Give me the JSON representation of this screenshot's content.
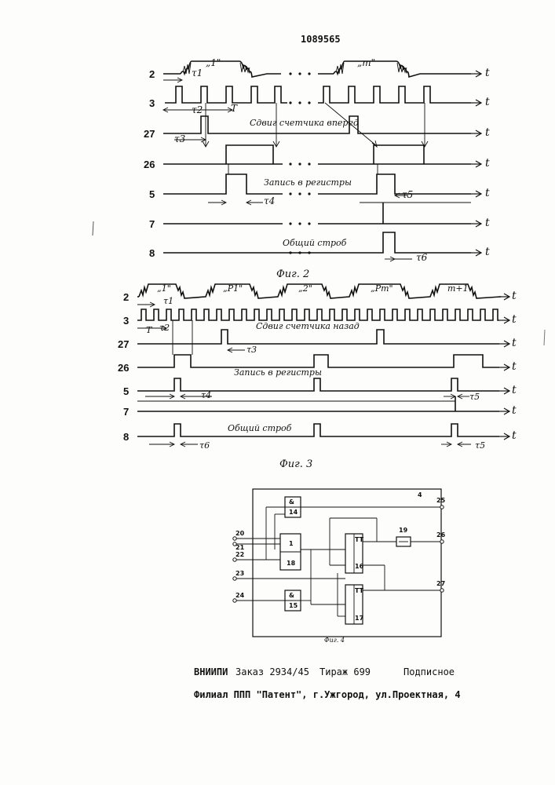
{
  "header": {
    "patent_number": "1089565"
  },
  "fig2": {
    "caption": "Фиг. 2",
    "rows": [
      "2",
      "3",
      "27",
      "26",
      "5",
      "7",
      "8"
    ],
    "t_label": "t",
    "packet_labels": [
      "„1\"",
      "„m\""
    ],
    "annotations": {
      "shift_forward": "Сдвиг счетчика вперед",
      "write_regs": "Запись в регистры",
      "common_strobe": "Общий строб"
    },
    "taus": {
      "t1": "τ1",
      "t2": "τ2",
      "T": "T",
      "t3": "τ3",
      "t4": "τ4",
      "t5": "τ5",
      "t6": "τ6"
    }
  },
  "fig3": {
    "caption": "Фиг. 3",
    "rows": [
      "2",
      "3",
      "27",
      "26",
      "5",
      "7",
      "8"
    ],
    "t_label": "t",
    "packet_labels": [
      "„1\"",
      "„P1\"",
      "„2\"",
      "„Pm\"",
      "m+1"
    ],
    "annotations": {
      "shift_back": "Сдвиг счетчика назад",
      "write_regs": "Запись в регистры",
      "common_strobe": "Общий строб"
    },
    "taus": {
      "t1": "τ1",
      "t2": "τ2",
      "T": "T",
      "t3": "τ3",
      "t4": "τ4",
      "t5a": "τ5",
      "t6": "τ6",
      "t5b": "τ5"
    }
  },
  "fig4": {
    "caption": "Фиг. 4",
    "block_label": "4",
    "inputs": [
      "20",
      "21",
      "22",
      "23",
      "24"
    ],
    "outputs": [
      "25",
      "26",
      "27"
    ],
    "elements": [
      "&",
      "14",
      "1",
      "18",
      "&",
      "15",
      "TT",
      "16",
      "TT",
      "17",
      "19"
    ]
  },
  "footer": {
    "line1_org": "ВНИИПИ",
    "line1_order": "Заказ 2934/45",
    "line1_print": "Тираж 699",
    "line1_sub": "Подписное",
    "line2": "Филиал ППП \"Патент\", г.Ужгород, ул.Проектная, 4"
  }
}
